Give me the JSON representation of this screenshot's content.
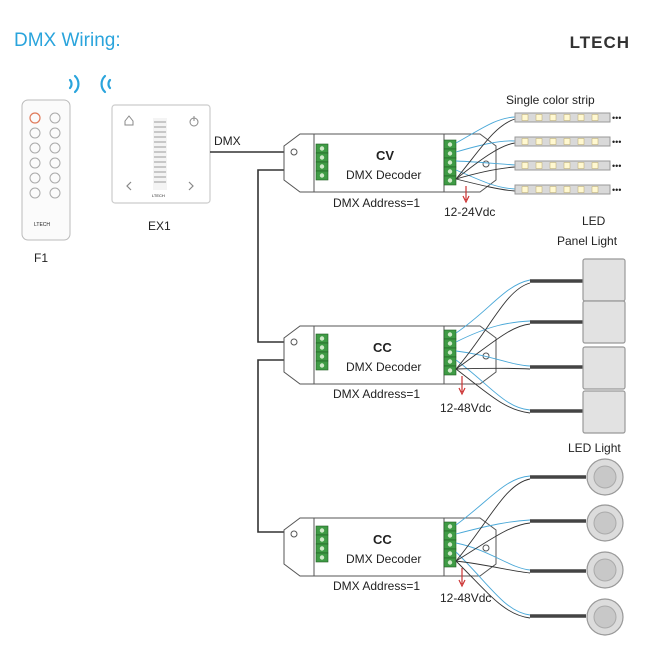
{
  "header": {
    "title": "DMX Wiring:",
    "brand": "LTECH"
  },
  "remote": {
    "label": "F1",
    "brand_text": "LTECH"
  },
  "panel": {
    "label": "EX1",
    "brand_text": "LTECH"
  },
  "dmx_label": "DMX",
  "decoders": [
    {
      "type": "CV",
      "name": "DMX Decoder",
      "address": "DMX Address=1",
      "voltage": "12-24Vdc"
    },
    {
      "type": "CC",
      "name": "DMX Decoder",
      "address": "DMX Address=1",
      "voltage": "12-48Vdc"
    },
    {
      "type": "CC",
      "name": "DMX Decoder",
      "address": "DMX Address=1",
      "voltage": "12-48Vdc"
    }
  ],
  "loads": {
    "strip": "Single color strip",
    "panel_light_line1": "LED",
    "panel_light_line2": "Panel Light",
    "led_light": "LED Light",
    "ellipsis": "•••"
  },
  "colors": {
    "accent": "#2aa4dc",
    "wire_dark": "#333333",
    "wire_blue": "#4aa8d8"
  }
}
